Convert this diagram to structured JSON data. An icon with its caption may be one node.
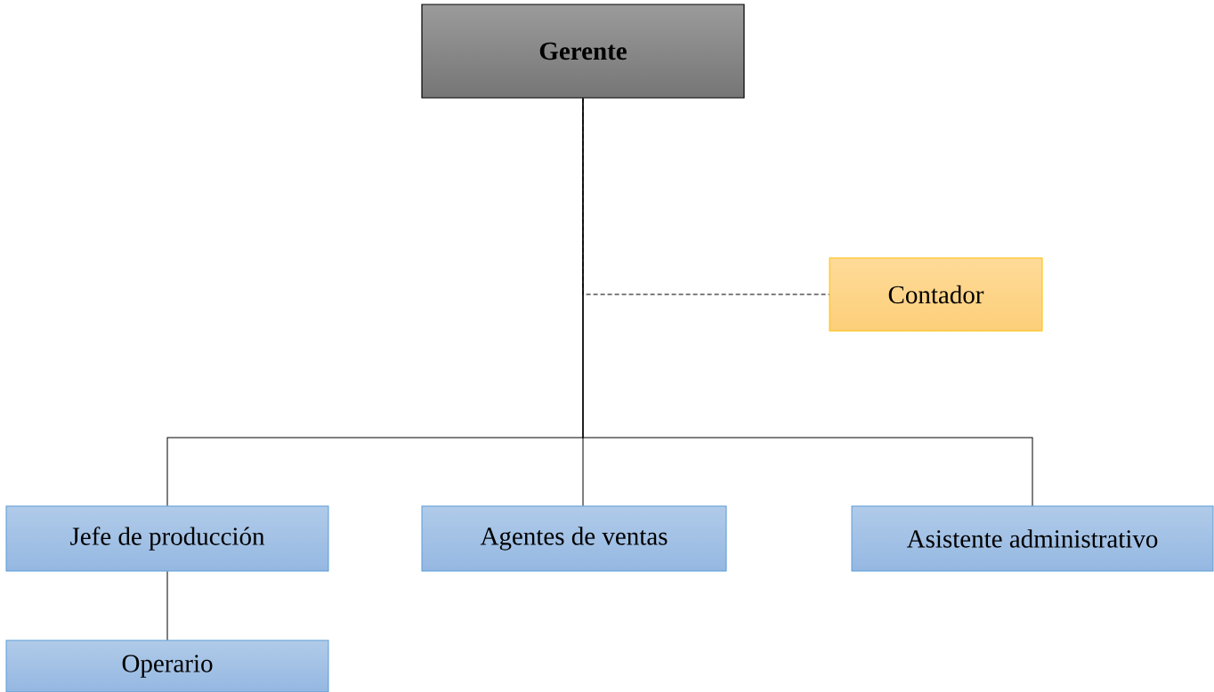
{
  "diagram": {
    "nodes": [
      {
        "text": [
          "Gerente"
        ]
      },
      {
        "text": [
          "Contador"
        ]
      },
      {
        "text": [
          "Jefe de producción"
        ]
      },
      {
        "text": [
          "Agentes de ventas"
        ]
      },
      {
        "text": [
          "Asistente administrativo"
        ]
      },
      {
        "text": [
          "Operario"
        ]
      }
    ],
    "edges": [
      {
        "from": 0,
        "to": 1,
        "arrow": "none",
        "style": "dashed"
      },
      {
        "from": 0,
        "to": 2,
        "arrow": "none"
      },
      {
        "from": 0,
        "to": 3,
        "arrow": "none"
      },
      {
        "from": 0,
        "to": 4,
        "arrow": "none"
      },
      {
        "from": 2,
        "to": 5,
        "arrow": "none"
      }
    ]
  }
}
